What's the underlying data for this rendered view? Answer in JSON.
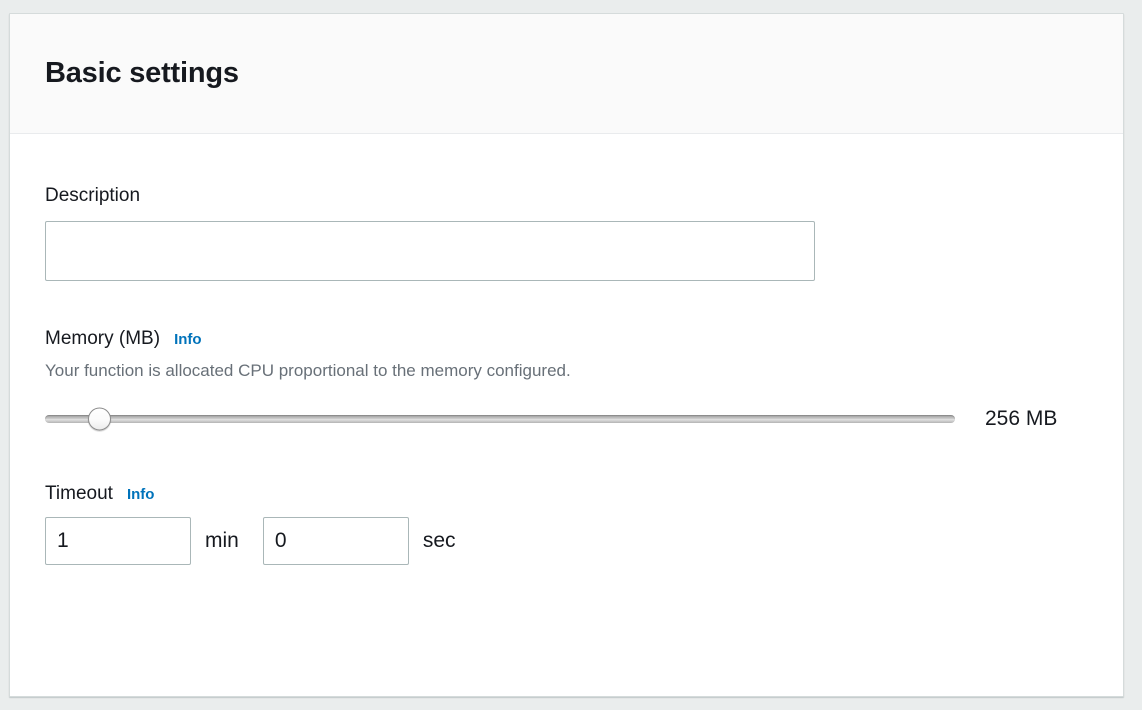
{
  "panel": {
    "title": "Basic settings"
  },
  "description": {
    "label": "Description",
    "value": "",
    "placeholder": ""
  },
  "memory": {
    "label": "Memory (MB)",
    "info_label": "Info",
    "hint": "Your function is allocated CPU proportional to the memory configured.",
    "value_text": "256 MB",
    "slider_percent": 6
  },
  "timeout": {
    "label": "Timeout",
    "info_label": "Info",
    "minutes_value": "1",
    "minutes_unit": "min",
    "seconds_value": "0",
    "seconds_unit": "sec"
  },
  "colors": {
    "accent_blue": "#0073bb",
    "text_dark": "#16191f",
    "text_muted": "#687078",
    "input_border": "#aab7b8",
    "panel_bg": "#ffffff",
    "header_bg": "#fafafa",
    "page_bg": "#eaeded"
  }
}
